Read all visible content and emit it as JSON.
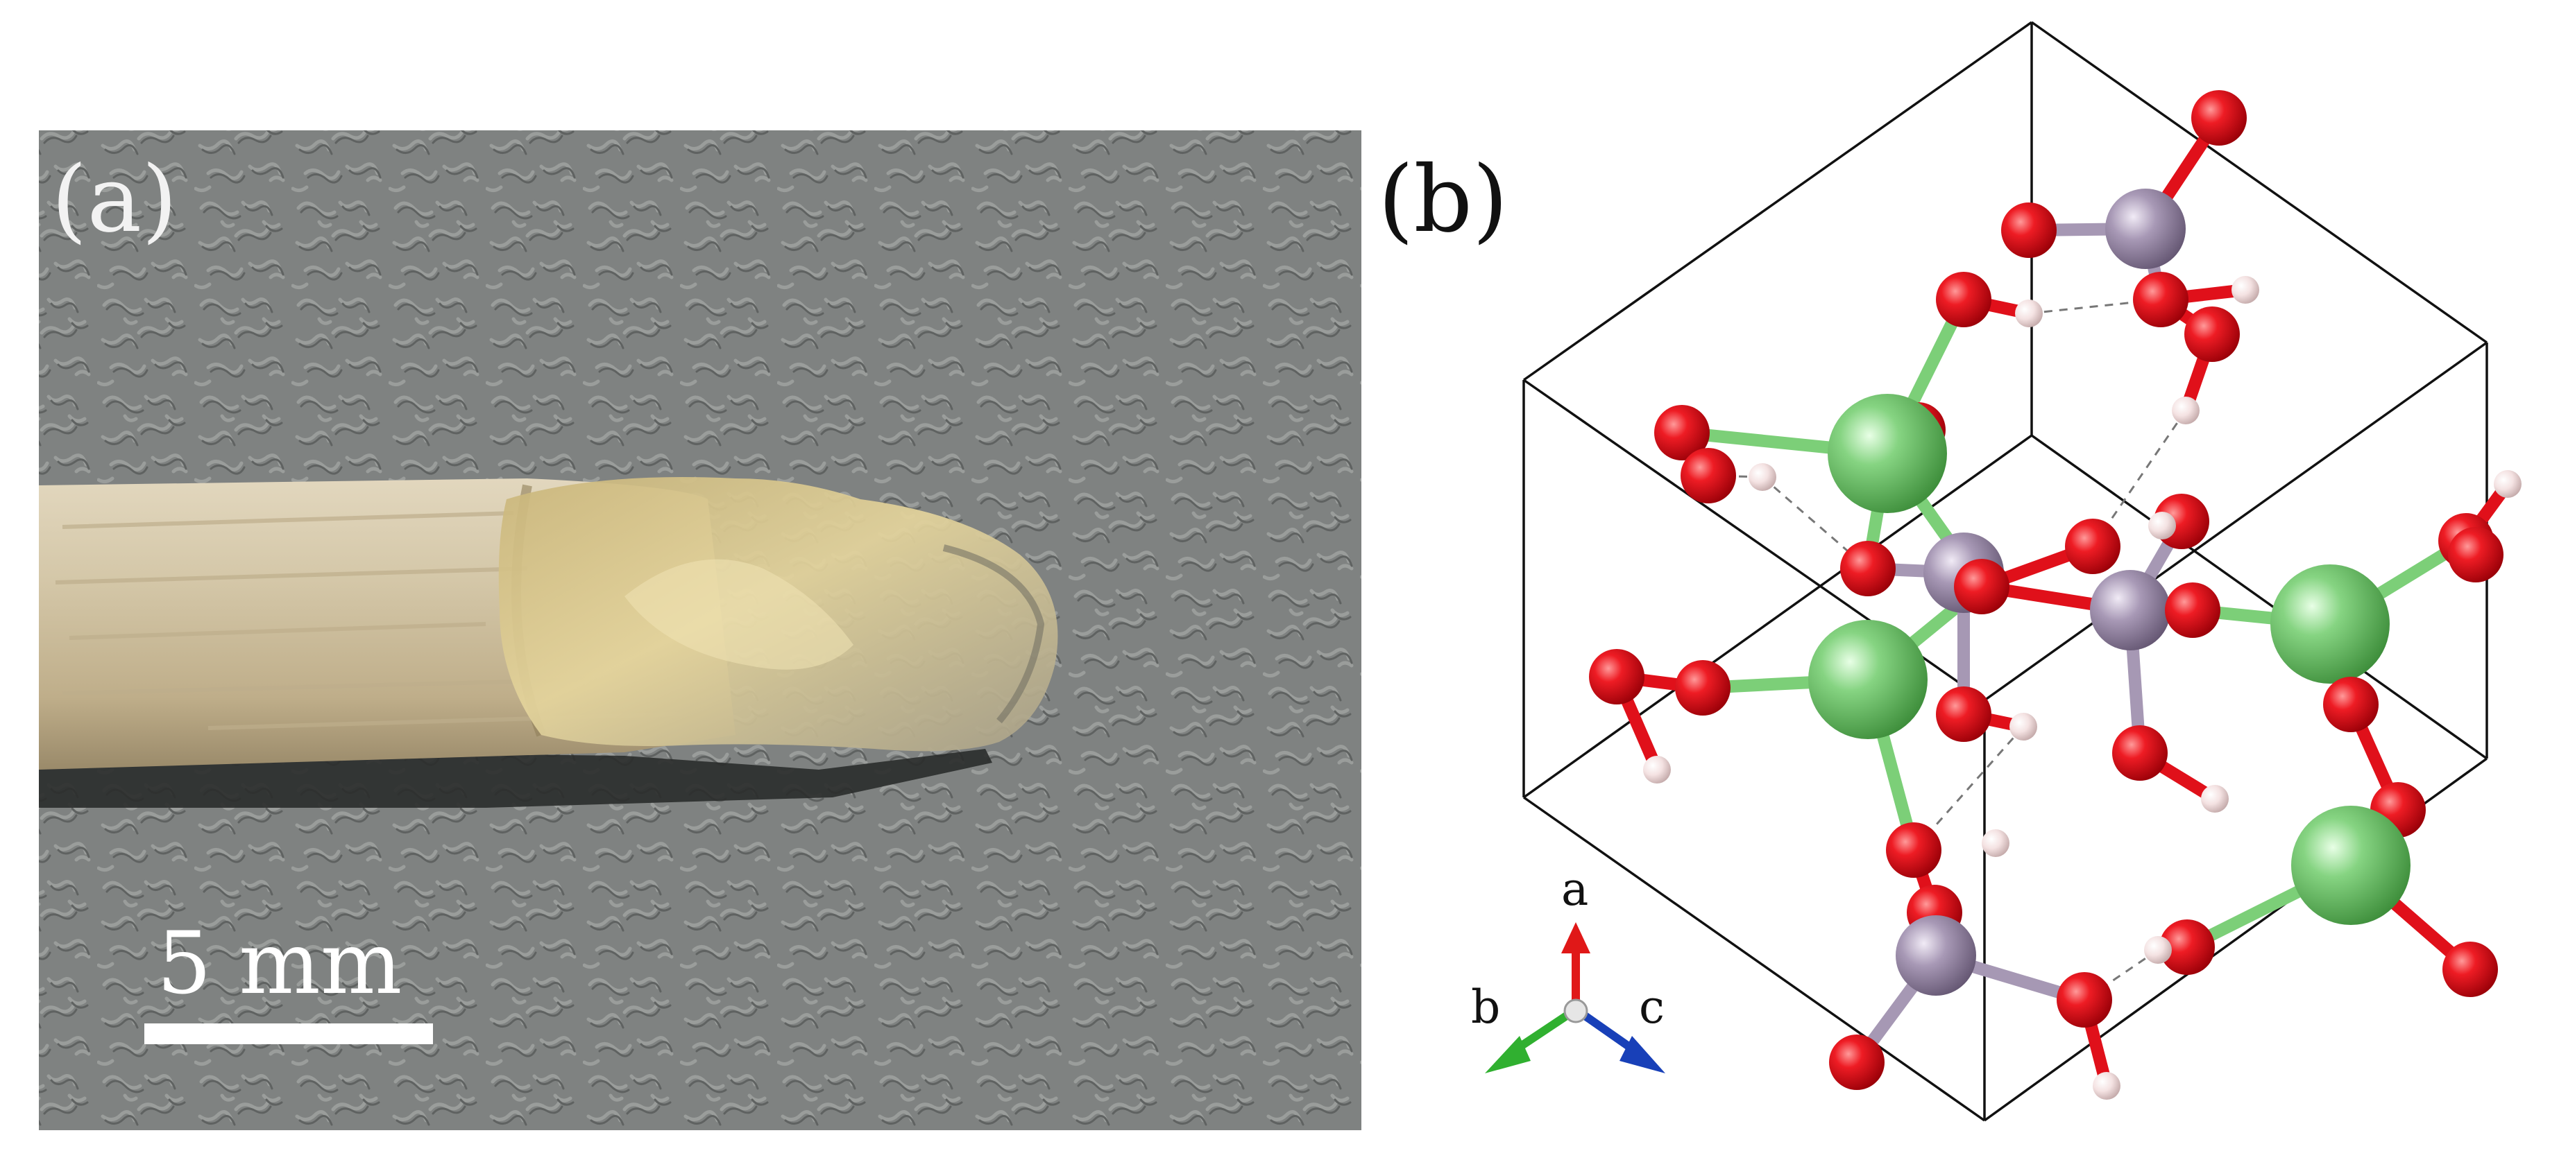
{
  "panels": {
    "a": {
      "label": "(a)"
    },
    "b": {
      "label": "(b)"
    }
  },
  "scale_bar": {
    "text": "5 mm"
  },
  "axes": {
    "a": "a",
    "b": "b",
    "c": "c"
  },
  "colors": {
    "background_gray": "#7f8281",
    "wood": "#cfc2a5",
    "crystal": "#d8c88a",
    "oxygen": "#e0101a",
    "hydrogen": "#f2dede",
    "calcium": "#7ccf78",
    "phosphorus": "#a698b4",
    "cell_edge": "#111111",
    "axis_a": "#e01818",
    "axis_b": "#30b030",
    "axis_c": "#1840b8"
  }
}
